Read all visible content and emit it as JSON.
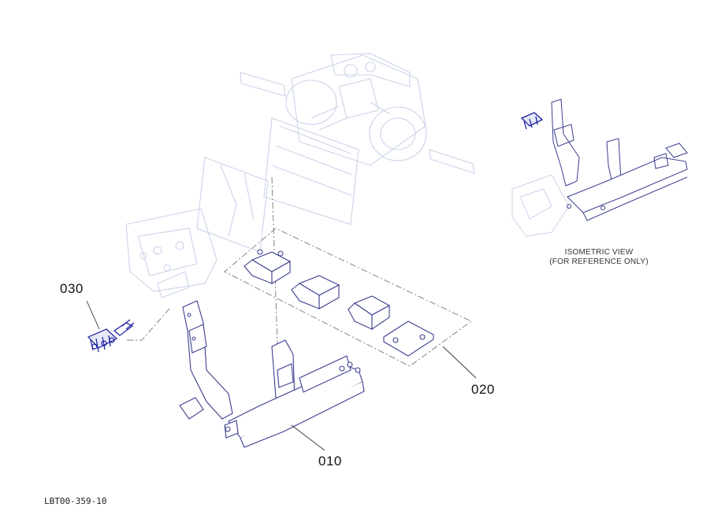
{
  "callouts": {
    "part_010": "010",
    "part_020": "020",
    "part_030": "030"
  },
  "iso_note": {
    "line1": "ISOMETRIC VIEW",
    "line2": "(FOR REFERENCE ONLY)"
  },
  "drawing_number": "LBT00-359-10",
  "colors": {
    "ghost": "#c9d2e6",
    "part_line": "#3a3f8f",
    "hardware": "#1a1e9e",
    "leader": "#333333"
  }
}
